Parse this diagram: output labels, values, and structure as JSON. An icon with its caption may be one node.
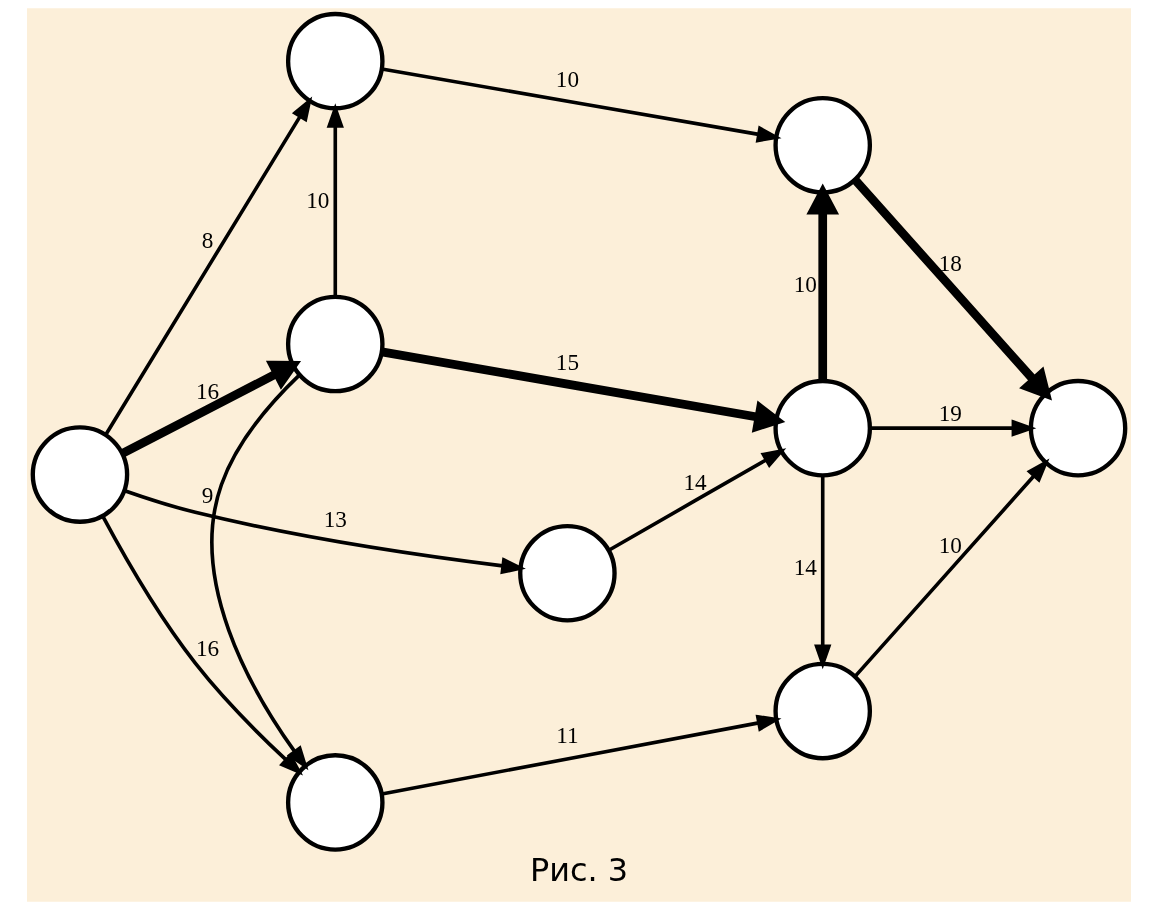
{
  "diagram": {
    "caption": "Рис. 3",
    "nodes": [
      {
        "text": [],
        "shape": "circle"
      },
      {
        "text": [],
        "shape": "circle"
      },
      {
        "text": [],
        "shape": "circle"
      },
      {
        "text": [],
        "shape": "circle"
      },
      {
        "text": [],
        "shape": "circle"
      },
      {
        "text": [],
        "shape": "circle"
      },
      {
        "text": [],
        "shape": "circle"
      },
      {
        "text": [],
        "shape": "circle"
      },
      {
        "text": [],
        "shape": "circle"
      }
    ],
    "edges": [
      {
        "from": 0,
        "to": 1,
        "arrow": "to",
        "label": "8"
      },
      {
        "from": 0,
        "to": 4,
        "arrow": "to",
        "label": "13"
      },
      {
        "from": 0,
        "to": 2,
        "arrow": "to",
        "label": "16",
        "style": "thick"
      },
      {
        "from": 0,
        "to": 3,
        "arrow": "to",
        "label": "16"
      },
      {
        "from": 2,
        "to": 1,
        "arrow": "to",
        "label": "10"
      },
      {
        "from": 2,
        "to": 6,
        "arrow": "to",
        "label": "15",
        "style": "thick"
      },
      {
        "from": 2,
        "to": 3,
        "arrow": "to",
        "label": "9"
      },
      {
        "from": 1,
        "to": 5,
        "arrow": "to",
        "label": "10"
      },
      {
        "from": 4,
        "to": 6,
        "arrow": "to",
        "label": "14"
      },
      {
        "from": 6,
        "to": 5,
        "arrow": "to",
        "label": "10",
        "style": "thick"
      },
      {
        "from": 5,
        "to": 8,
        "arrow": "to",
        "label": "18",
        "style": "thick"
      },
      {
        "from": 6,
        "to": 8,
        "arrow": "to",
        "label": "19"
      },
      {
        "from": 6,
        "to": 7,
        "arrow": "to",
        "label": "14"
      },
      {
        "from": 3,
        "to": 7,
        "arrow": "to",
        "label": "11"
      },
      {
        "from": 7,
        "to": 8,
        "arrow": "to",
        "label": "10"
      }
    ]
  }
}
